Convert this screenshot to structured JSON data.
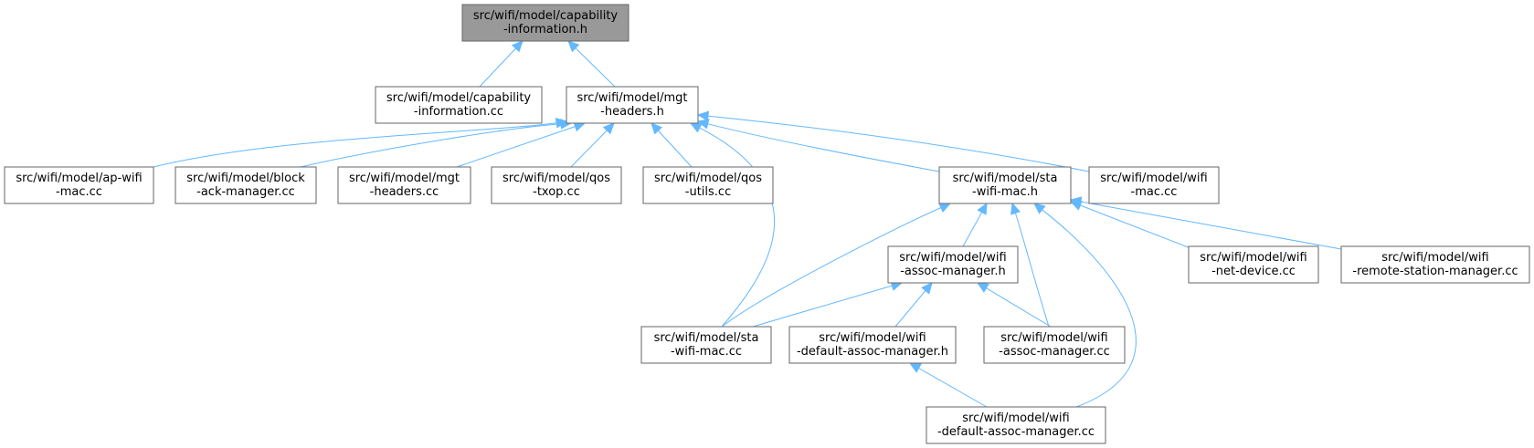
{
  "nodes": [
    {
      "id": "capinfo_h",
      "lines": [
        "src/wifi/model/capability",
        "-information.h"
      ],
      "highlight": true
    },
    {
      "id": "capinfo_cc",
      "lines": [
        "src/wifi/model/capability",
        "-information.cc"
      ]
    },
    {
      "id": "mgt_h",
      "lines": [
        "src/wifi/model/mgt",
        "-headers.h"
      ]
    },
    {
      "id": "apwifi_cc",
      "lines": [
        "src/wifi/model/ap-wifi",
        "-mac.cc"
      ]
    },
    {
      "id": "blockack_cc",
      "lines": [
        "src/wifi/model/block",
        "-ack-manager.cc"
      ]
    },
    {
      "id": "mgt_cc",
      "lines": [
        "src/wifi/model/mgt",
        "-headers.cc"
      ]
    },
    {
      "id": "qostxop_cc",
      "lines": [
        "src/wifi/model/qos",
        "-txop.cc"
      ]
    },
    {
      "id": "qosutils_cc",
      "lines": [
        "src/wifi/model/qos",
        "-utils.cc"
      ]
    },
    {
      "id": "stawifi_h",
      "lines": [
        "src/wifi/model/sta",
        "-wifi-mac.h"
      ]
    },
    {
      "id": "wifimac_cc",
      "lines": [
        "src/wifi/model/wifi",
        "-mac.cc"
      ]
    },
    {
      "id": "assoc_h",
      "lines": [
        "src/wifi/model/wifi",
        "-assoc-manager.h"
      ]
    },
    {
      "id": "netdev_cc",
      "lines": [
        "src/wifi/model/wifi",
        "-net-device.cc"
      ]
    },
    {
      "id": "remote_cc",
      "lines": [
        "src/wifi/model/wifi",
        "-remote-station-manager.cc"
      ]
    },
    {
      "id": "stawifi_cc",
      "lines": [
        "src/wifi/model/sta",
        "-wifi-mac.cc"
      ]
    },
    {
      "id": "defassoc_h",
      "lines": [
        "src/wifi/model/wifi",
        "-default-assoc-manager.h"
      ]
    },
    {
      "id": "assoc_cc",
      "lines": [
        "src/wifi/model/wifi",
        "-assoc-manager.cc"
      ]
    },
    {
      "id": "defassoc_cc",
      "lines": [
        "src/wifi/model/wifi",
        "-default-assoc-manager.cc"
      ]
    }
  ],
  "edges": [
    {
      "from": "capinfo_cc",
      "to": "capinfo_h"
    },
    {
      "from": "mgt_h",
      "to": "capinfo_h"
    },
    {
      "from": "apwifi_cc",
      "to": "mgt_h"
    },
    {
      "from": "blockack_cc",
      "to": "mgt_h"
    },
    {
      "from": "mgt_cc",
      "to": "mgt_h"
    },
    {
      "from": "qostxop_cc",
      "to": "mgt_h"
    },
    {
      "from": "qosutils_cc",
      "to": "mgt_h"
    },
    {
      "from": "stawifi_h",
      "to": "mgt_h"
    },
    {
      "from": "wifimac_cc",
      "to": "mgt_h"
    },
    {
      "from": "stawifi_cc",
      "to": "mgt_h"
    },
    {
      "from": "assoc_h",
      "to": "stawifi_h"
    },
    {
      "from": "netdev_cc",
      "to": "stawifi_h"
    },
    {
      "from": "remote_cc",
      "to": "stawifi_h"
    },
    {
      "from": "stawifi_cc",
      "to": "stawifi_h"
    },
    {
      "from": "assoc_cc",
      "to": "stawifi_h"
    },
    {
      "from": "defassoc_cc",
      "to": "stawifi_h"
    },
    {
      "from": "stawifi_cc",
      "to": "assoc_h"
    },
    {
      "from": "defassoc_h",
      "to": "assoc_h"
    },
    {
      "from": "assoc_cc",
      "to": "assoc_h"
    },
    {
      "from": "defassoc_cc",
      "to": "defassoc_h"
    }
  ],
  "colors": {
    "edge": "#63b8ff",
    "node_border": "#666666",
    "highlight_fill": "#999999"
  }
}
